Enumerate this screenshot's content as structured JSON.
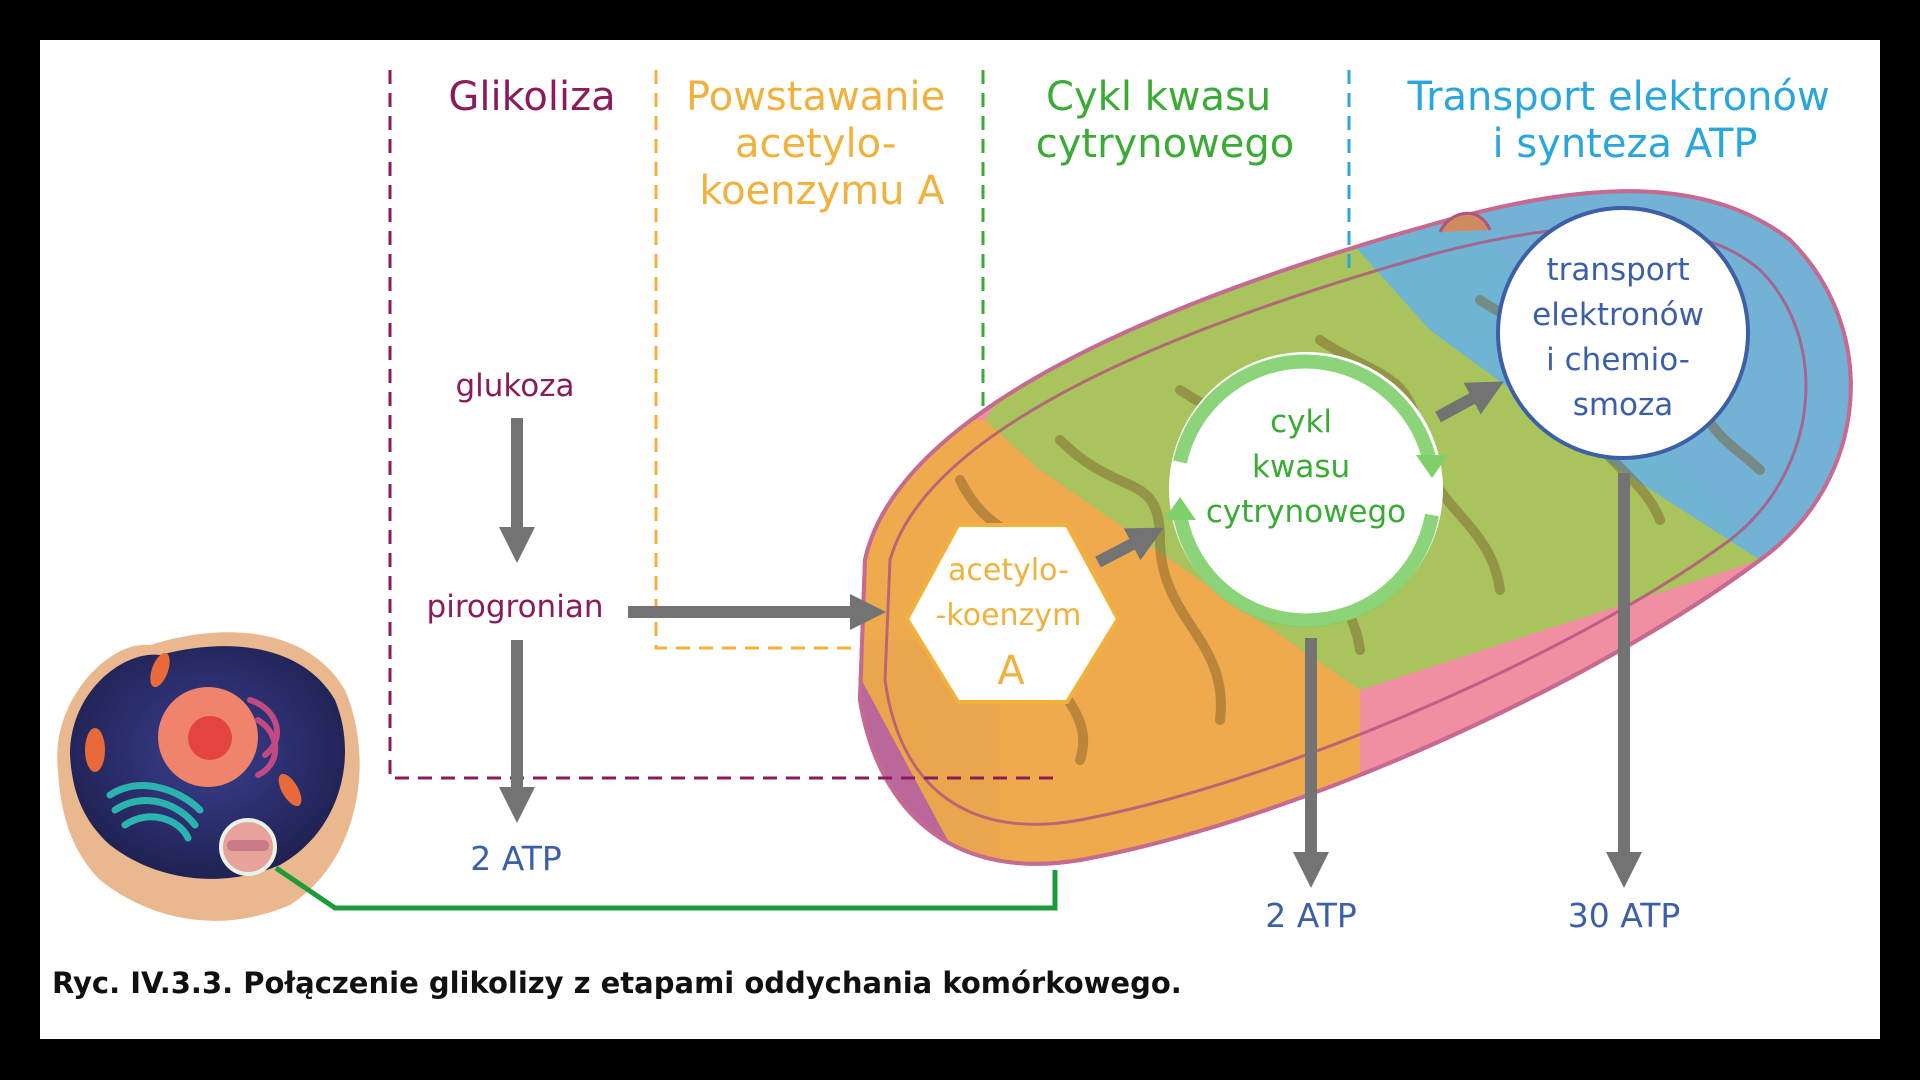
{
  "stages": {
    "glycolysis": {
      "title": "Glikoliza",
      "color": "#8c1b5c"
    },
    "acetyl_formation": {
      "title_lines": [
        "Powstawanie",
        "acetylo-",
        "koenzymu A"
      ],
      "color": "#f0b23c"
    },
    "citric_cycle": {
      "title_lines": [
        "Cykl kwasu",
        "cytrynowego"
      ],
      "color": "#3aab35"
    },
    "electron_transport": {
      "title_lines": [
        "Transport elektronów",
        "i synteza ATP"
      ],
      "color": "#29a6dc"
    }
  },
  "labels": {
    "glucose": "glukoza",
    "pyruvate": "pirogronian",
    "acetyl_coa_lines": [
      "acetylo-",
      "-koenzym",
      "A"
    ],
    "citric_cycle_lines": [
      "cykl",
      "kwasu",
      "cytrynowego"
    ],
    "electron_transport_lines": [
      "transport",
      "elektronów",
      "i chemio-",
      "smoza"
    ]
  },
  "atp_yields": {
    "glycolysis": "2 ATP",
    "citric_cycle": "2 ATP",
    "electron_transport": "30 ATP"
  },
  "colors": {
    "atp_text": "#3d5fa8",
    "arrow": "#737373",
    "connector": "#1e9b3a",
    "mito_outer": "#e97a8f",
    "mito_inner": "#f3a7b3"
  },
  "caption": "Ryc. IV.3.3. Połączenie glikolizy z etapami oddychania komórkowego."
}
